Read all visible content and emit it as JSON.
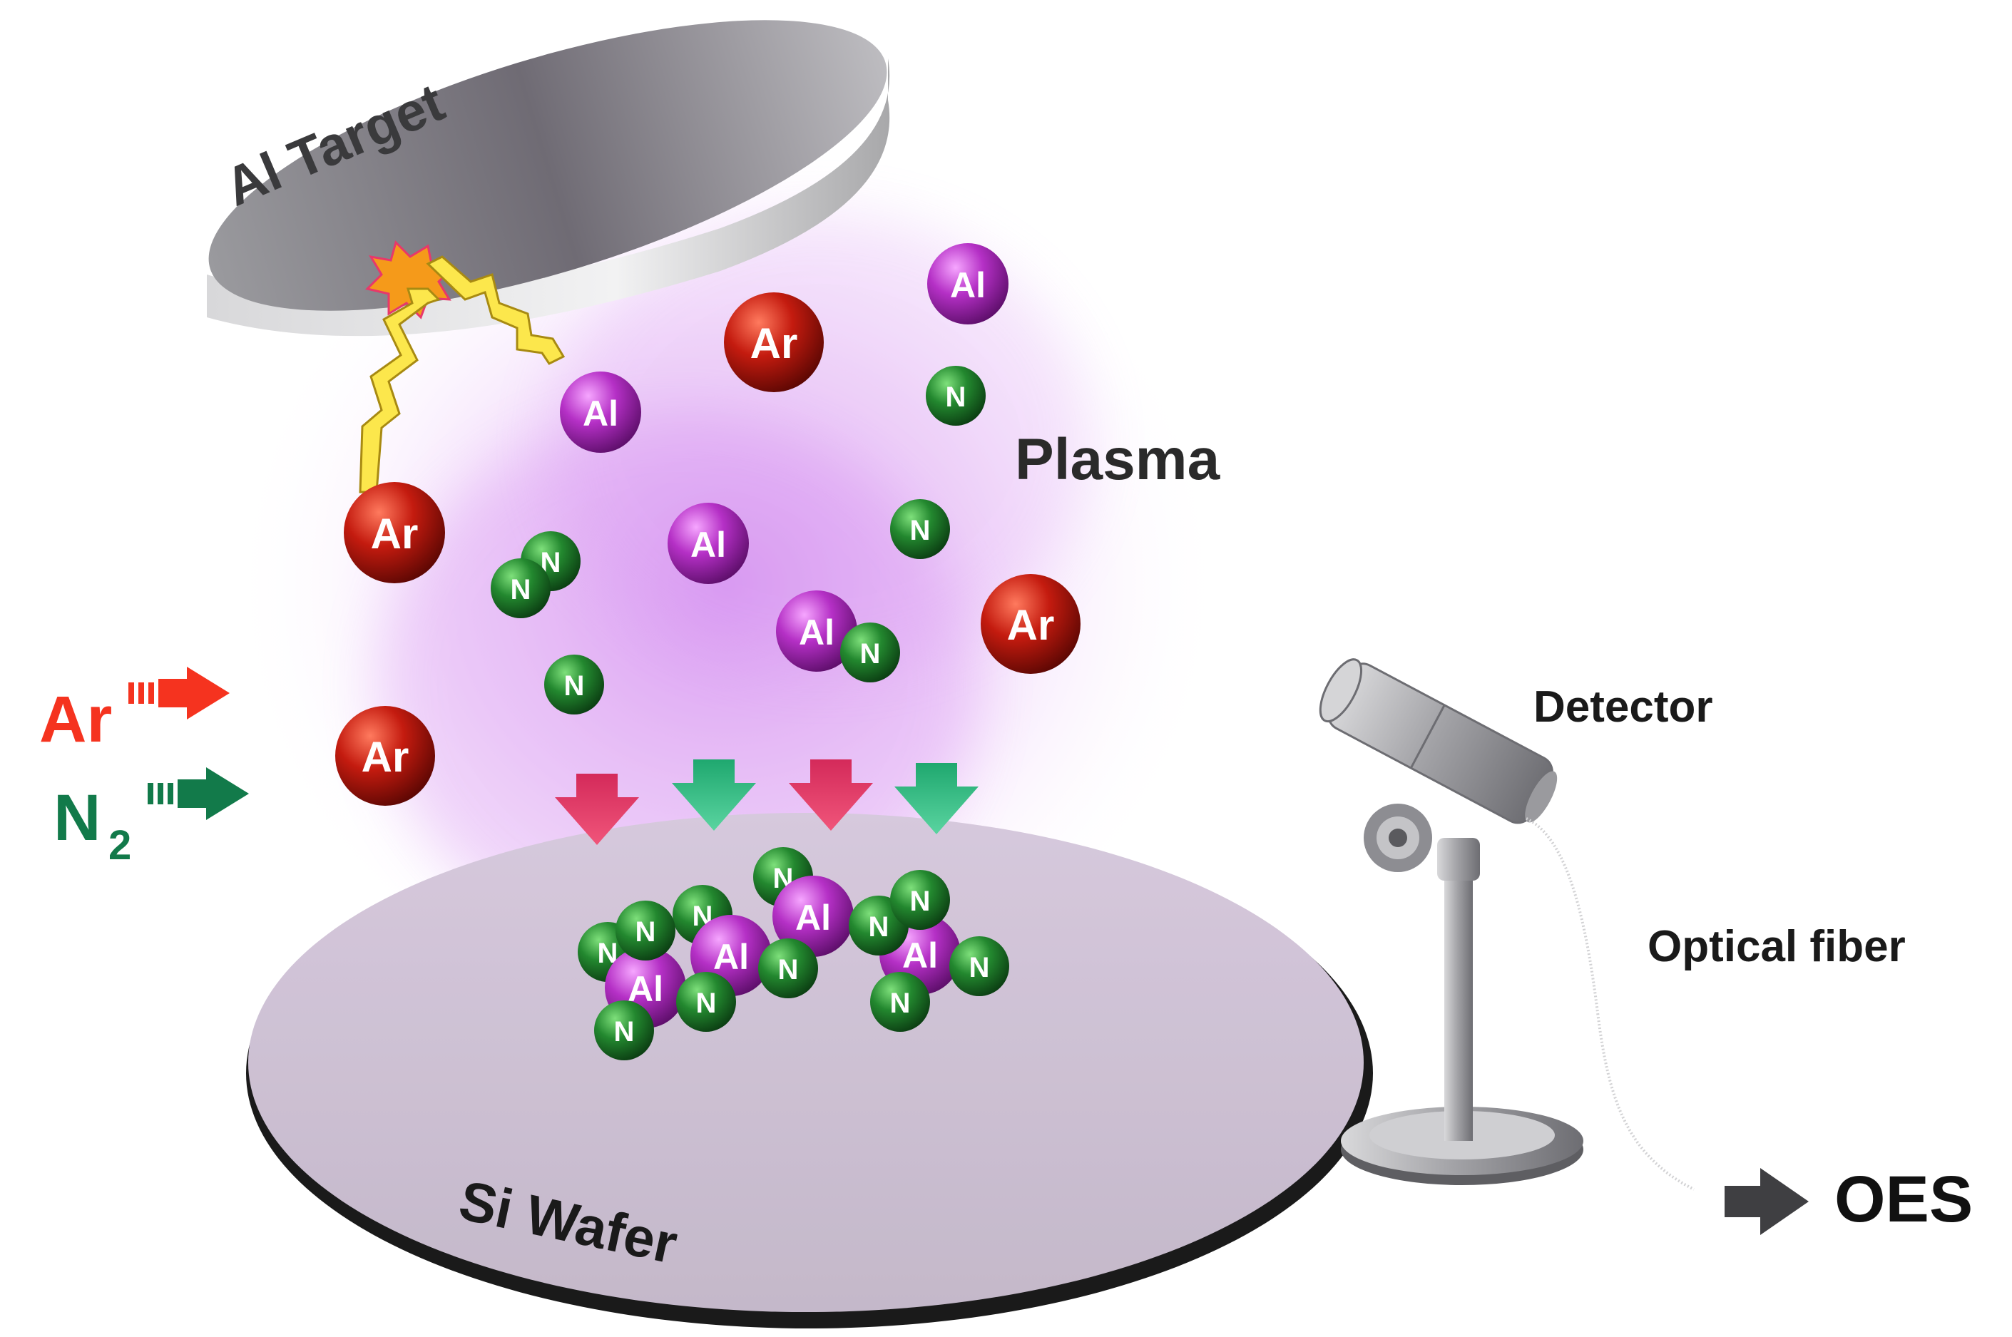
{
  "labels": {
    "target": "Al Target",
    "plasma": "Plasma",
    "wafer": "Si Wafer",
    "detector": "Detector",
    "fiber": "Optical fiber",
    "oes": "OES",
    "gas_ar": "Ar",
    "gas_n2_main": "N",
    "gas_n2_sub": "2"
  },
  "species": {
    "ar": "Ar",
    "al": "Al",
    "n": "N"
  },
  "colors": {
    "ar_atom": "#b8170f",
    "al_atom": "#b02ec2",
    "n_atom": "#1f7f2f",
    "ar_gas": "#f5331f",
    "n2_gas": "#127a4a",
    "arrow_pink": "#e8386a",
    "arrow_green": "#3cc089",
    "plasma_glow": "#c56ee6",
    "metal": "#8f8f95"
  }
}
